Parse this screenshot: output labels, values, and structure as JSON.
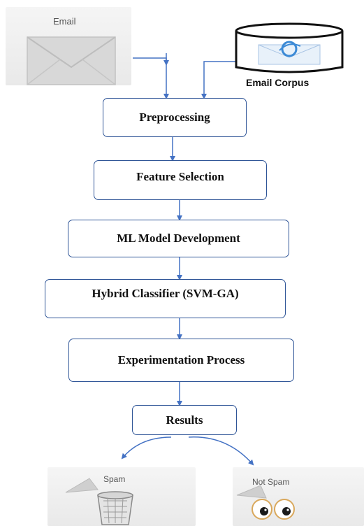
{
  "email_icon": {
    "label": "Email"
  },
  "corpus_icon": {
    "label": "Email Corpus"
  },
  "steps": [
    {
      "label": "Preprocessing"
    },
    {
      "label": "Feature Selection"
    },
    {
      "label": "ML Model Development"
    },
    {
      "label": "Hybrid Classifier (SVM-GA)"
    },
    {
      "label": "Experimentation Process"
    },
    {
      "label": "Results"
    }
  ],
  "outputs": {
    "spam_label": "Spam",
    "not_spam_label": "Not Spam"
  },
  "colors": {
    "box_border": "#2f5597",
    "arrow": "#4472c4"
  }
}
